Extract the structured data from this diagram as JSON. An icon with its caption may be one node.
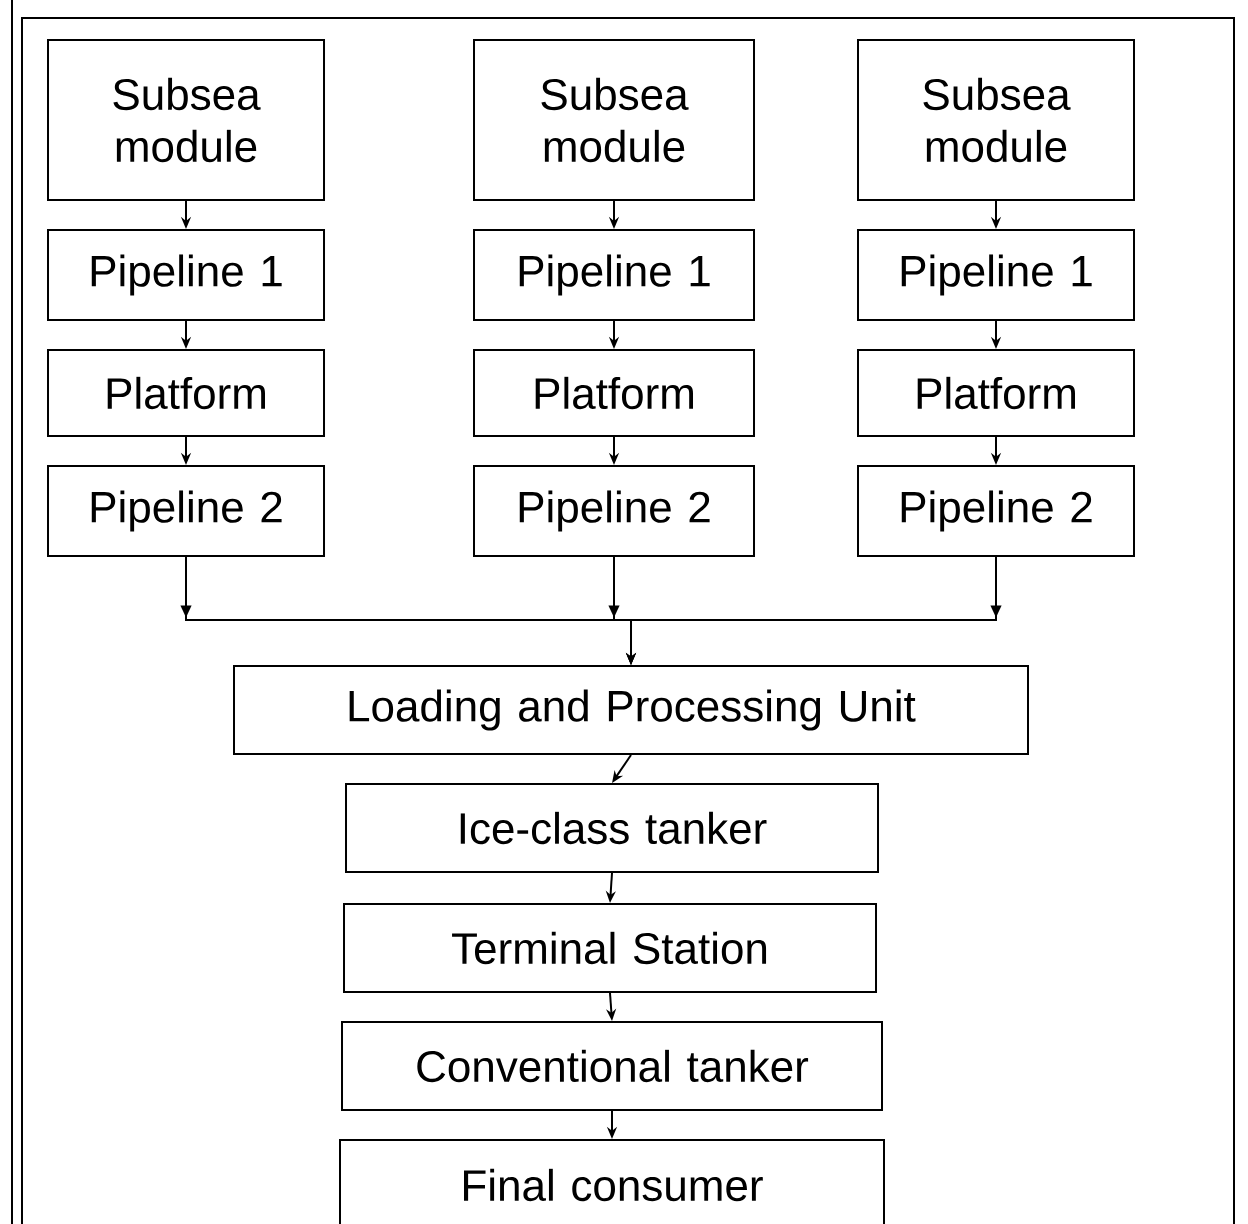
{
  "diagram": {
    "nodes": [
      {
        "text": [
          "Subsea module"
        ]
      },
      {
        "text": [
          "Pipeline 1"
        ]
      },
      {
        "text": [
          "Platform"
        ]
      },
      {
        "text": [
          "Pipeline 2"
        ]
      },
      {
        "text": [
          "Subsea module"
        ]
      },
      {
        "text": [
          "Pipeline 1"
        ]
      },
      {
        "text": [
          "Platform"
        ]
      },
      {
        "text": [
          "Pipeline 2"
        ]
      },
      {
        "text": [
          "Subsea module"
        ]
      },
      {
        "text": [
          "Pipeline 1"
        ]
      },
      {
        "text": [
          "Platform"
        ]
      },
      {
        "text": [
          "Pipeline 2"
        ]
      },
      {
        "text": [
          "Loading and Processing Unit"
        ]
      },
      {
        "text": [
          "Ice-class tanker"
        ]
      },
      {
        "text": [
          "Terminal Station"
        ]
      },
      {
        "text": [
          "Conventional tanker"
        ]
      },
      {
        "text": [
          "Final consumer"
        ]
      }
    ],
    "edges": [
      {
        "from": 0,
        "to": 1,
        "arrow": "to"
      },
      {
        "from": 1,
        "to": 2,
        "arrow": "to"
      },
      {
        "from": 2,
        "to": 3,
        "arrow": "to"
      },
      {
        "from": 4,
        "to": 5,
        "arrow": "to"
      },
      {
        "from": 5,
        "to": 6,
        "arrow": "to"
      },
      {
        "from": 6,
        "to": 7,
        "arrow": "to"
      },
      {
        "from": 8,
        "to": 9,
        "arrow": "to"
      },
      {
        "from": 9,
        "to": 10,
        "arrow": "to"
      },
      {
        "from": 10,
        "to": 11,
        "arrow": "to"
      },
      {
        "from": 3,
        "to": 12,
        "arrow": "to"
      },
      {
        "from": 7,
        "to": 12,
        "arrow": "to"
      },
      {
        "from": 11,
        "to": 12,
        "arrow": "to"
      },
      {
        "from": 12,
        "to": 13,
        "arrow": "to"
      },
      {
        "from": 13,
        "to": 14,
        "arrow": "to"
      },
      {
        "from": 14,
        "to": 15,
        "arrow": "to"
      },
      {
        "from": 15,
        "to": 16,
        "arrow": "to"
      }
    ]
  }
}
